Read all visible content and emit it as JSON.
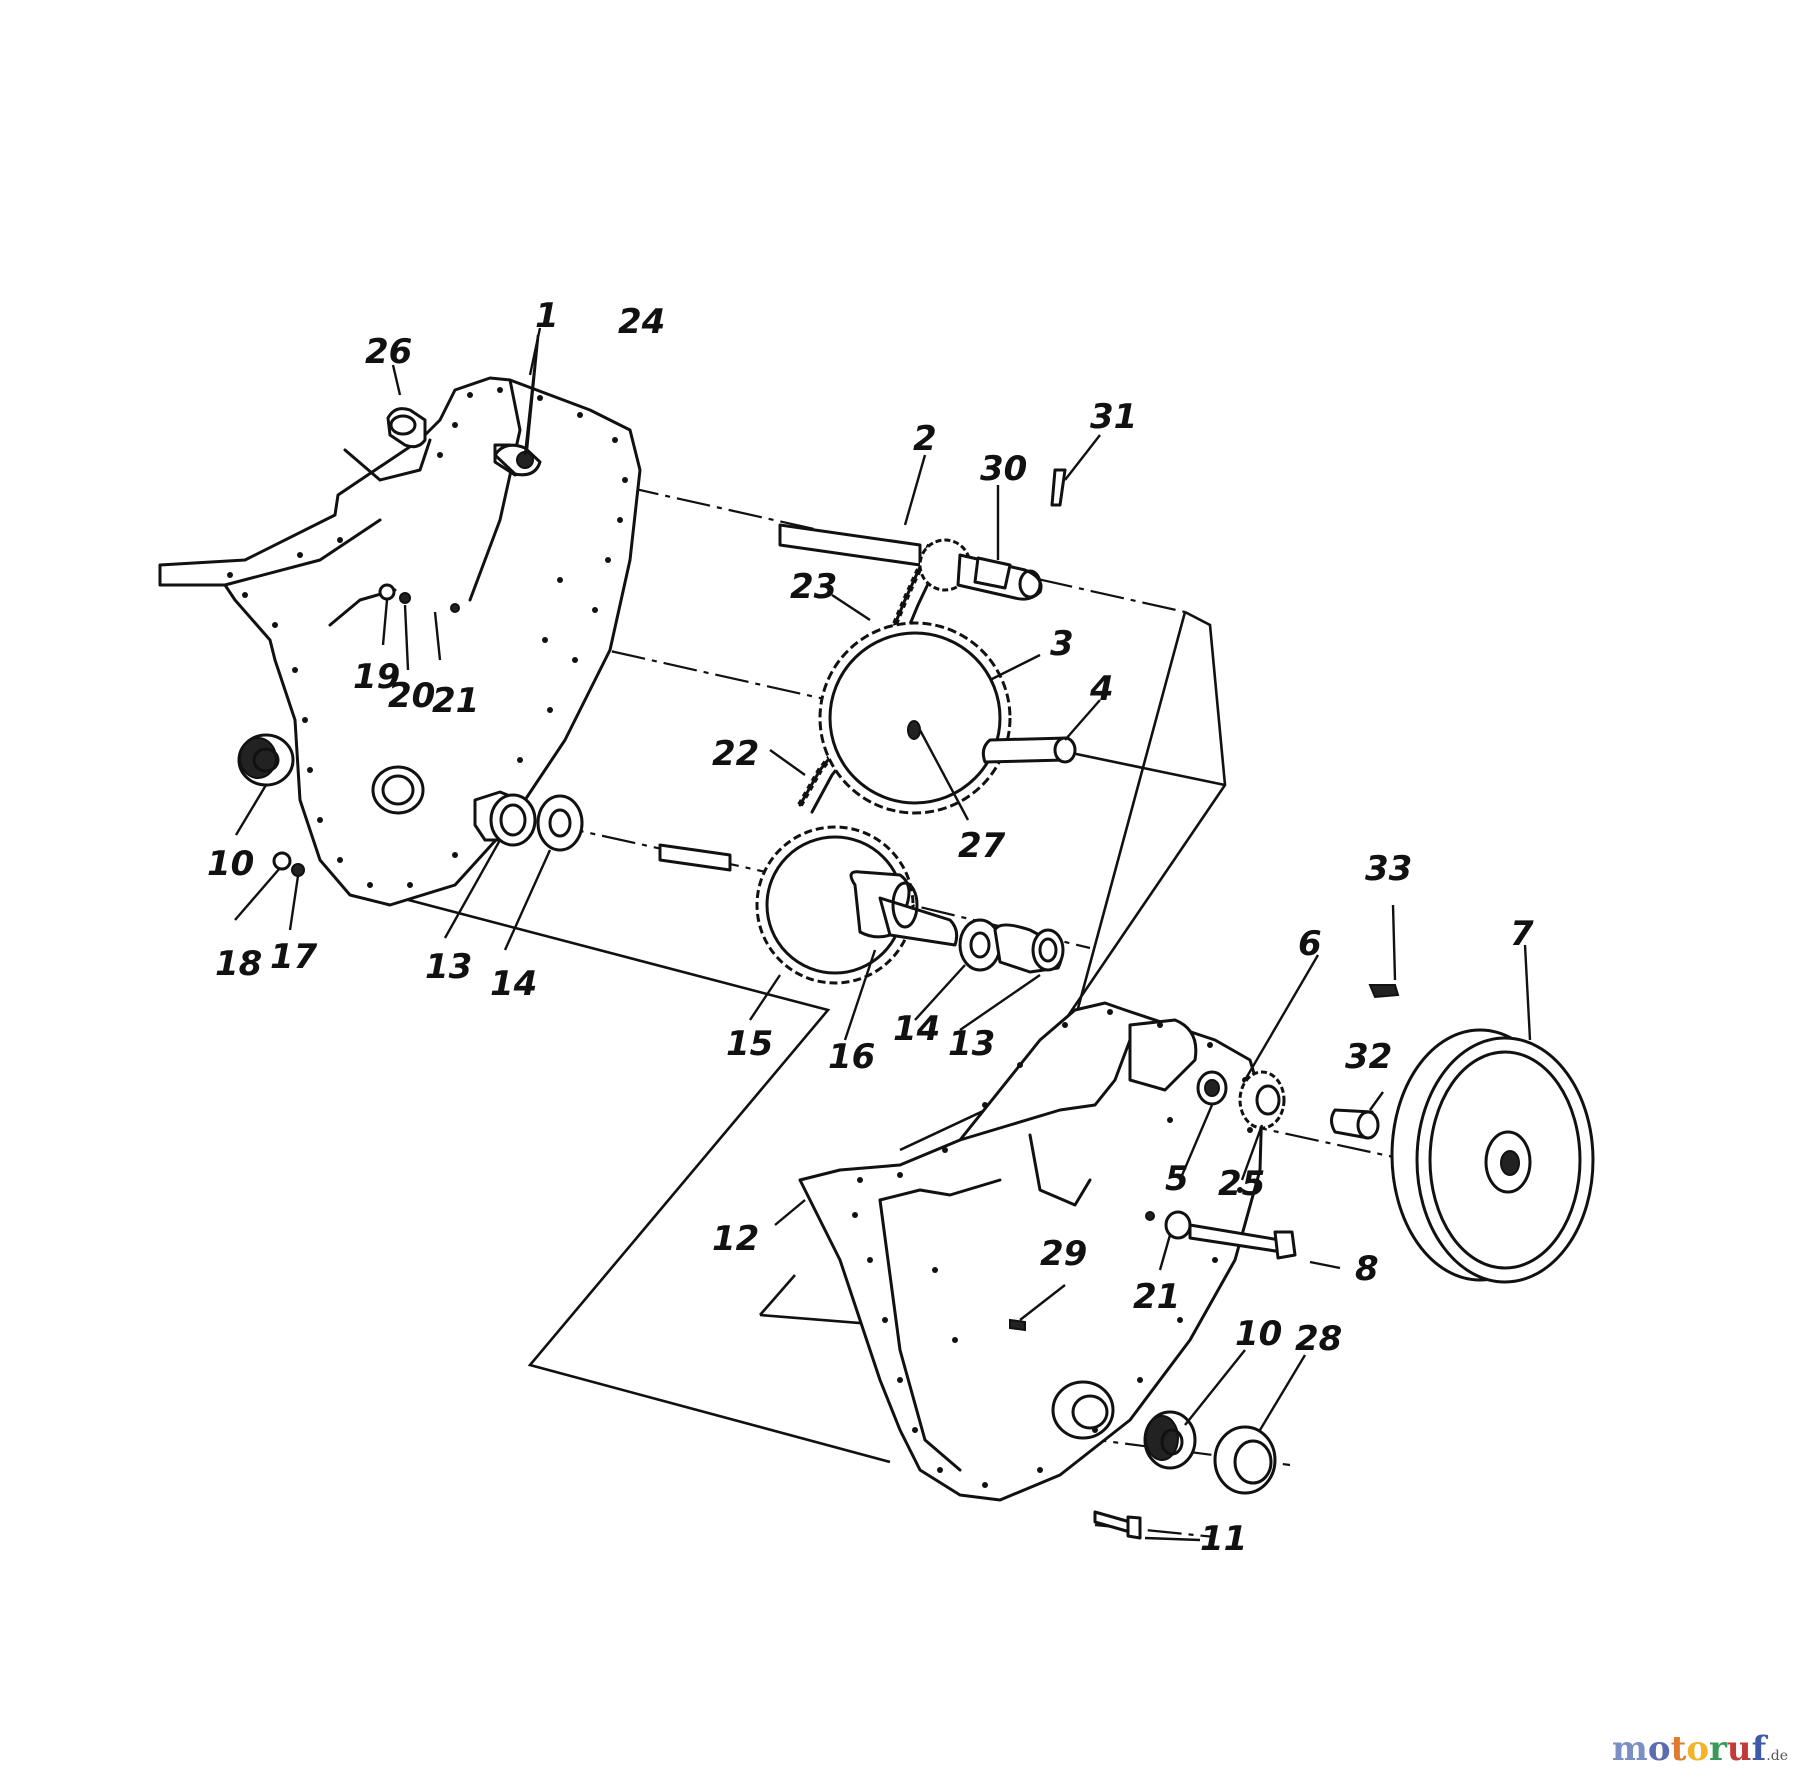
{
  "callouts": {
    "c1": "1",
    "c2": "2",
    "c3": "3",
    "c4": "4",
    "c5": "5",
    "c6": "6",
    "c7": "7",
    "c8": "8",
    "c10a": "10",
    "c10b": "10",
    "c11": "11",
    "c12": "12",
    "c13a": "13",
    "c13b": "13",
    "c14a": "14",
    "c14b": "14",
    "c15": "15",
    "c16": "16",
    "c17": "17",
    "c18": "18",
    "c19": "19",
    "c20": "20",
    "c21a": "21",
    "c21b": "21",
    "c22": "22",
    "c23": "23",
    "c24": "24",
    "c25": "25",
    "c26": "26",
    "c27": "27",
    "c28": "28",
    "c29": "29",
    "c30": "30",
    "c31": "31",
    "c32": "32",
    "c33": "33"
  },
  "watermark": {
    "logo_text": "motoruf",
    "tld": ".de",
    "letter_colors": [
      "#7a8fc4",
      "#5a6db0",
      "#e07a2e",
      "#f2b428",
      "#3a9a5a",
      "#c23b3b",
      "#3d5aa8"
    ]
  }
}
